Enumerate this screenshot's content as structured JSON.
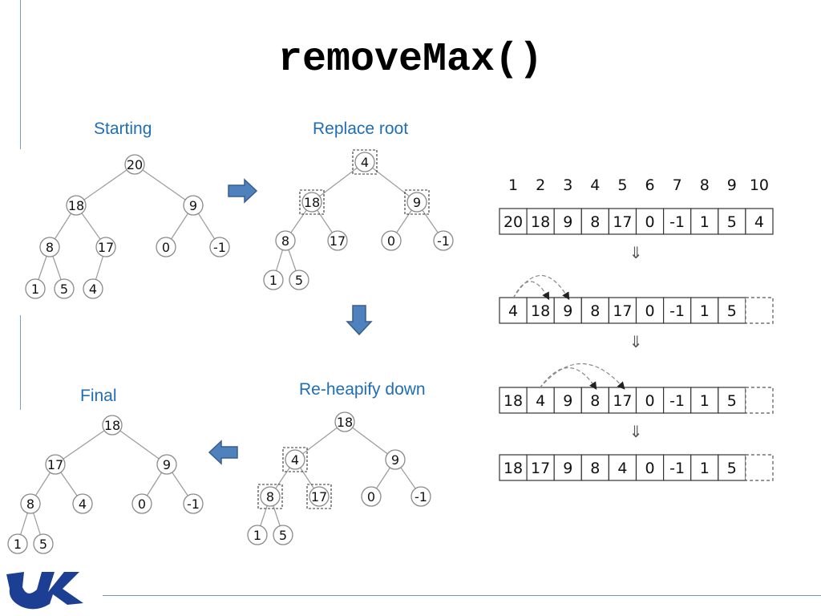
{
  "slide": {
    "title": "removeMax()"
  },
  "captions": {
    "starting": "Starting",
    "replace_root": "Replace root",
    "reheapify": "Re-heapify down",
    "final": "Final"
  },
  "trees": {
    "starting": {
      "nodes": [
        "20",
        "18",
        "9",
        "8",
        "17",
        "0",
        "-1",
        "1",
        "5",
        "4"
      ],
      "highlighted": []
    },
    "replace_root": {
      "nodes": [
        "4",
        "18",
        "9",
        "8",
        "17",
        "0",
        "-1",
        "1",
        "5"
      ],
      "highlighted": [
        "4",
        "18",
        "9"
      ]
    },
    "reheapify": {
      "nodes": [
        "18",
        "4",
        "9",
        "8",
        "17",
        "0",
        "-1",
        "1",
        "5"
      ],
      "highlighted": [
        "4",
        "8",
        "17"
      ]
    },
    "final": {
      "nodes": [
        "18",
        "17",
        "9",
        "8",
        "4",
        "0",
        "-1",
        "1",
        "5"
      ],
      "highlighted": []
    }
  },
  "array_view": {
    "indices": [
      "1",
      "2",
      "3",
      "4",
      "5",
      "6",
      "7",
      "8",
      "9",
      "10"
    ],
    "rows": [
      [
        "20",
        "18",
        "9",
        "8",
        "17",
        "0",
        "-1",
        "1",
        "5",
        "4"
      ],
      [
        "4",
        "18",
        "9",
        "8",
        "17",
        "0",
        "-1",
        "1",
        "5",
        ""
      ],
      [
        "18",
        "4",
        "9",
        "8",
        "17",
        "0",
        "-1",
        "1",
        "5",
        ""
      ],
      [
        "18",
        "17",
        "9",
        "8",
        "4",
        "0",
        "-1",
        "1",
        "5",
        ""
      ]
    ],
    "step_arrow": "⇓"
  },
  "colors": {
    "caption": "#1f6eb5",
    "arrow_fill": "#4f81bd",
    "arrow_stroke": "#385d8a",
    "logo": "#1c3f94"
  },
  "logo": {
    "text": "UK"
  }
}
